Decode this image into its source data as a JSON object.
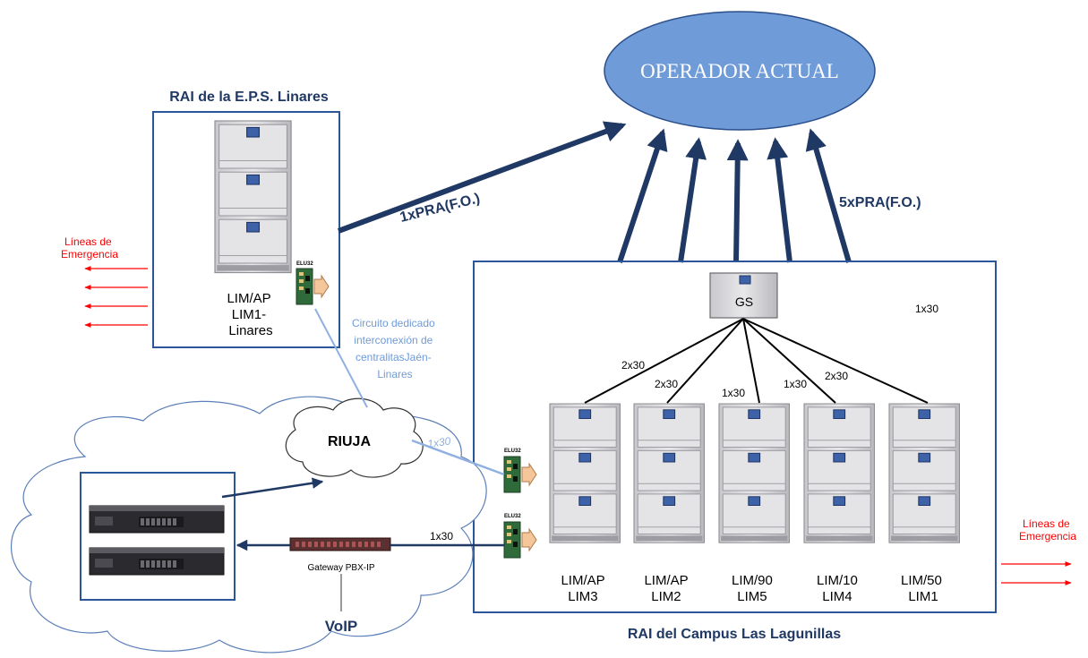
{
  "operator": {
    "label": "OPERADOR ACTUAL"
  },
  "linares": {
    "title": "RAI de la E.P.S. Linares",
    "pbx_label": [
      "LIM/AP",
      "LIM1-",
      "Linares"
    ],
    "elu_label": "ELU32",
    "link_label": "1xPRA(F.O.)"
  },
  "emergency_left": [
    "Líneas de",
    "Emergencia"
  ],
  "emergency_right": [
    "Líneas de",
    "Emergencia"
  ],
  "circuit_note": [
    "Circuito dedicado",
    "interconexión de",
    "centralitasJaén-",
    "Linares"
  ],
  "riuja": {
    "label": "RIUJA",
    "link_label": "1x30"
  },
  "campus": {
    "title": "RAI del Campus Las Lagunillas",
    "link_label": "5xPRA(F.O.)",
    "gs_label": "GS",
    "gs_capacity": "1x30",
    "elu_labels": [
      "ELU32",
      "ELU32"
    ],
    "pbx_units": [
      {
        "line1": "LIM/AP",
        "line2": "LIM3",
        "link": "2x30"
      },
      {
        "line1": "LIM/AP",
        "line2": "LIM2",
        "link": "2x30"
      },
      {
        "line1": "LIM/90",
        "line2": "LIM5",
        "link": "1x30"
      },
      {
        "line1": "LIM/10",
        "line2": "LIM4",
        "link": "1x30"
      },
      {
        "line1": "LIM/50",
        "line2": "LIM1",
        "link": "2x30"
      }
    ]
  },
  "voip": {
    "label": "VoIP",
    "gateway_label": "Gateway PBX-IP",
    "gateway_link": "1x30"
  },
  "colors": {
    "operator_fill": "#6f9bd8",
    "frame": "#2b579a",
    "arrow": "#1f3864",
    "emergency": "#ff0000",
    "circuit": "#8fb0e0"
  }
}
